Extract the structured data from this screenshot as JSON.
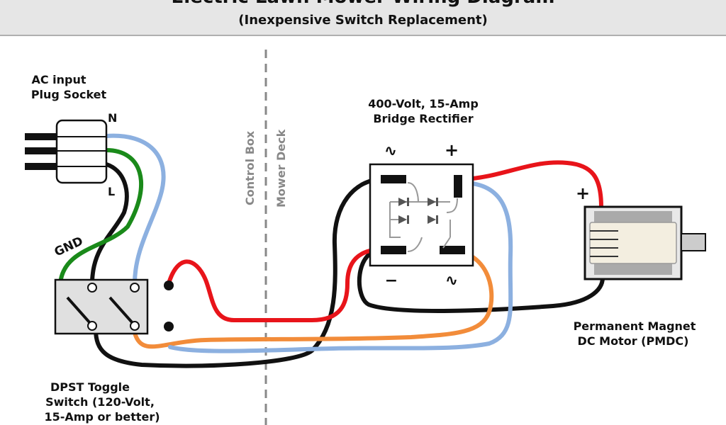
{
  "header": {
    "title": "Electric Lawn Mower Wiring Diagram",
    "subtitle": "(Inexpensive Switch Replacement)"
  },
  "plug": {
    "line1": "AC input",
    "line2": "Plug Socket",
    "n_label": "N",
    "l_label": "L",
    "gnd_label": "GND"
  },
  "divider": {
    "left_label": "Control Box",
    "right_label": "Mower Deck"
  },
  "rectifier": {
    "line1": "400-Volt, 15-Amp",
    "line2": "Bridge Rectifier",
    "ac_symbol_top": "∿",
    "plus_symbol": "+",
    "minus_symbol": "−",
    "ac_symbol_bottom": "∿"
  },
  "motor": {
    "line1": "Permanent Magnet",
    "line2": "DC Motor (PMDC)",
    "plus_symbol": "+"
  },
  "switch": {
    "line1": "DPST Toggle",
    "line2": "Switch (120-Volt,",
    "line3": "15-Amp or better)"
  },
  "colors": {
    "header_bg": "#e6e6e6",
    "wire_black": "#111111",
    "wire_green": "#1a8a1a",
    "wire_blue": "#8cb0e0",
    "wire_red": "#e8141a",
    "wire_orange": "#f28c3a",
    "component_fill": "#e0e0e0",
    "divider": "#888888"
  }
}
